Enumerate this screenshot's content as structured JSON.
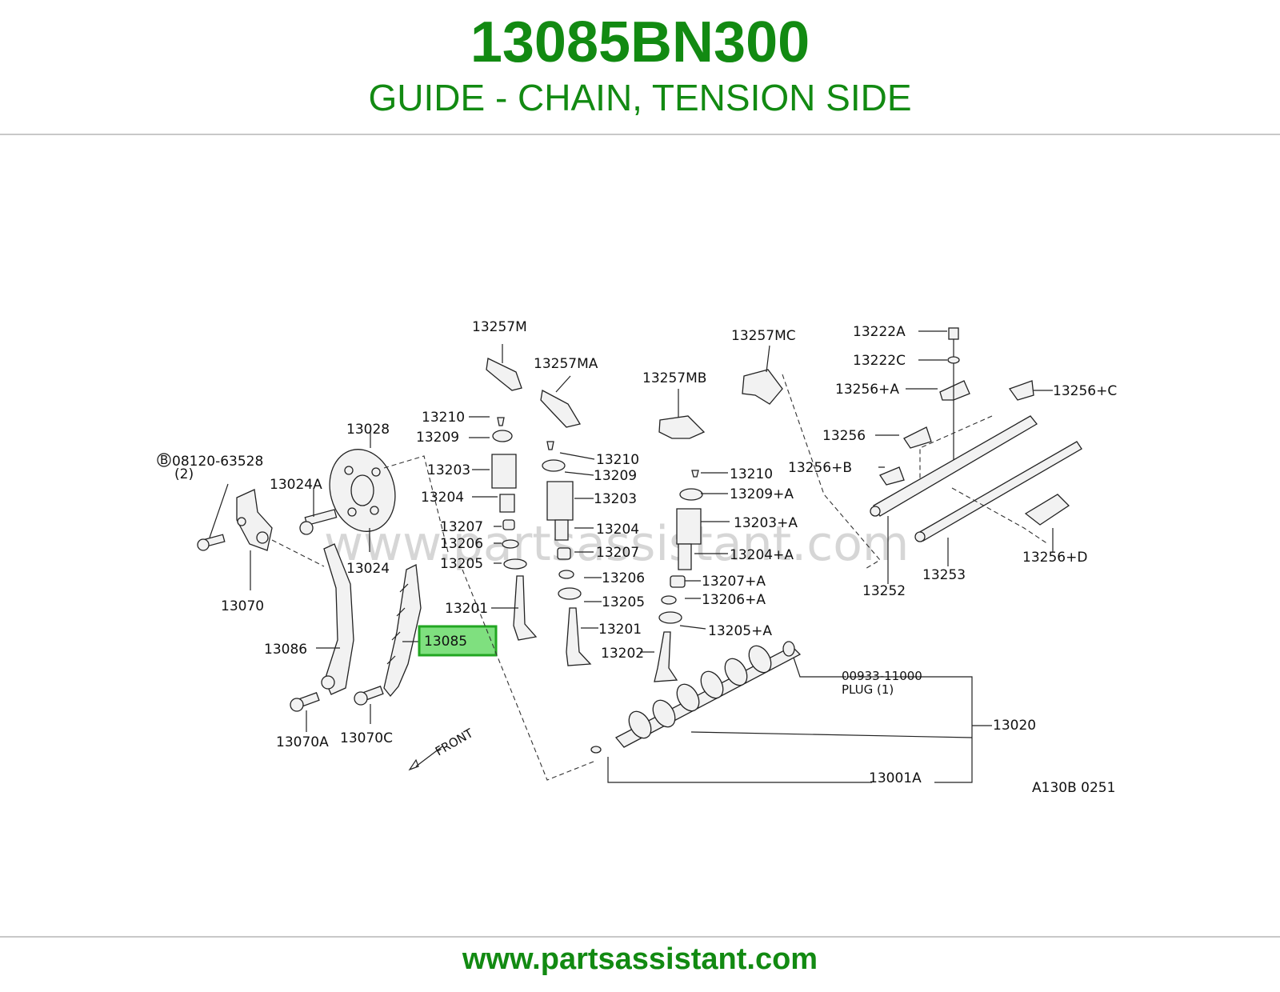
{
  "header": {
    "part_number": "13085BN300",
    "description": "GUIDE - CHAIN, TENSION SIDE"
  },
  "footer": {
    "url": "www.partsassistant.com"
  },
  "diagram": {
    "watermark": "www.partsassistant.com",
    "highlight_color": "#7fe07f",
    "highlighted_part": "13085",
    "labels": {
      "p13257M": "13257M",
      "p13257MA": "13257MA",
      "p13257MB": "13257MB",
      "p13257MC": "13257MC",
      "p13222A": "13222A",
      "p13222C": "13222C",
      "p13256A": "13256+A",
      "p13256C": "13256+C",
      "p13256": "13256",
      "p13256B": "13256+B",
      "p13256D": "13256+D",
      "p13252": "13252",
      "p13253": "13253",
      "p13210a": "13210",
      "p13209a": "13209",
      "p13203a": "13203",
      "p13204a": "13204",
      "p13207a": "13207",
      "p13206a": "13206",
      "p13205a": "13205",
      "p13201a": "13201",
      "p13210b": "13210",
      "p13209b": "13209",
      "p13203b": "13203",
      "p13204b": "13204",
      "p13207b": "13207",
      "p13206b": "13206",
      "p13205b": "13205",
      "p13201b": "13201",
      "p13202": "13202",
      "p13210c": "13210",
      "p13209A": "13209+A",
      "p13203A": "13203+A",
      "p13204A": "13204+A",
      "p13207A": "13207+A",
      "p13206A": "13206+A",
      "p13205A": "13205+A",
      "p13028": "13028",
      "p13024A": "13024A",
      "p13024": "13024",
      "bolt_code": "08120-63528",
      "bolt_circle": "B",
      "bolt_qty": "(2)",
      "p13070": "13070",
      "p13086": "13086",
      "p13085": "13085",
      "p13070A": "13070A",
      "p13070C": "13070C",
      "front": "FRONT",
      "plug_code": "00933-11000",
      "plug_text": "PLUG (1)",
      "p13020": "13020",
      "p13001A": "13001A",
      "ref_code": "A130B 0251"
    }
  }
}
